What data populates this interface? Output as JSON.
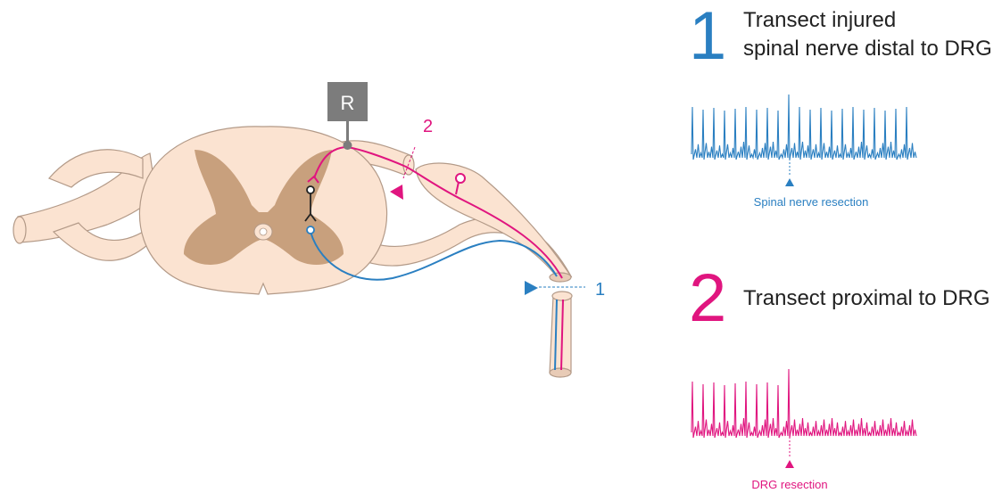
{
  "colors": {
    "blue": "#2a7fc1",
    "magenta": "#e0157f",
    "tissue": "#fbe3d1",
    "tissue_edge": "#b39a88",
    "gray_matter": "#c8a07d",
    "recorder": "#7c7c7c",
    "neuron": "#222222"
  },
  "recorder": {
    "label": "R",
    "icon": "recording-electrode-icon"
  },
  "cuts": [
    {
      "id": "cut-1",
      "label": "1",
      "color": "#2a7fc1"
    },
    {
      "id": "cut-2",
      "label": "2",
      "color": "#e0157f"
    }
  ],
  "steps": [
    {
      "number": "1",
      "lines": [
        "Transect injured",
        "spinal nerve distal to DRG"
      ],
      "trace_label": "Spinal nerve resection",
      "color": "#2a7fc1"
    },
    {
      "number": "2",
      "lines": [
        "Transect proximal to DRG"
      ],
      "trace_label": "DRG resection",
      "color": "#e0157f"
    }
  ]
}
